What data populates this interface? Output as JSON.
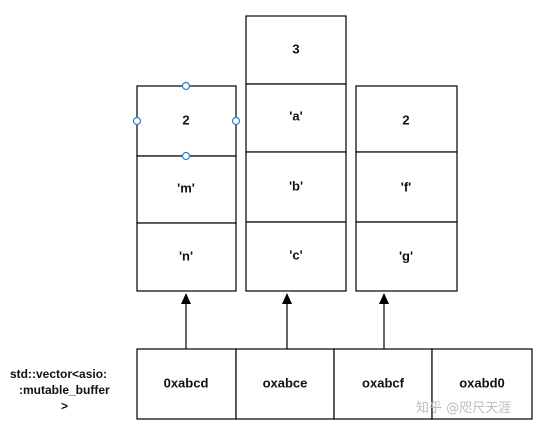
{
  "columns": [
    {
      "cells": [
        "2",
        "'m'",
        "'n'"
      ]
    },
    {
      "cells": [
        "3",
        "'a'",
        "'b'",
        "'c'"
      ]
    },
    {
      "cells": [
        "2",
        "'f'",
        "'g'"
      ]
    }
  ],
  "vector": {
    "label_lines": [
      "std::vector<asio:",
      ":mutable_buffer",
      ">"
    ],
    "cells": [
      "0xabcd",
      "oxabce",
      "oxabcf",
      "oxabd0"
    ]
  },
  "watermark": "知乎 @咫尺天涯",
  "colors": {
    "stroke": "#000000",
    "handle": "#2f7fd8",
    "watermark": "#bdbdbd"
  }
}
